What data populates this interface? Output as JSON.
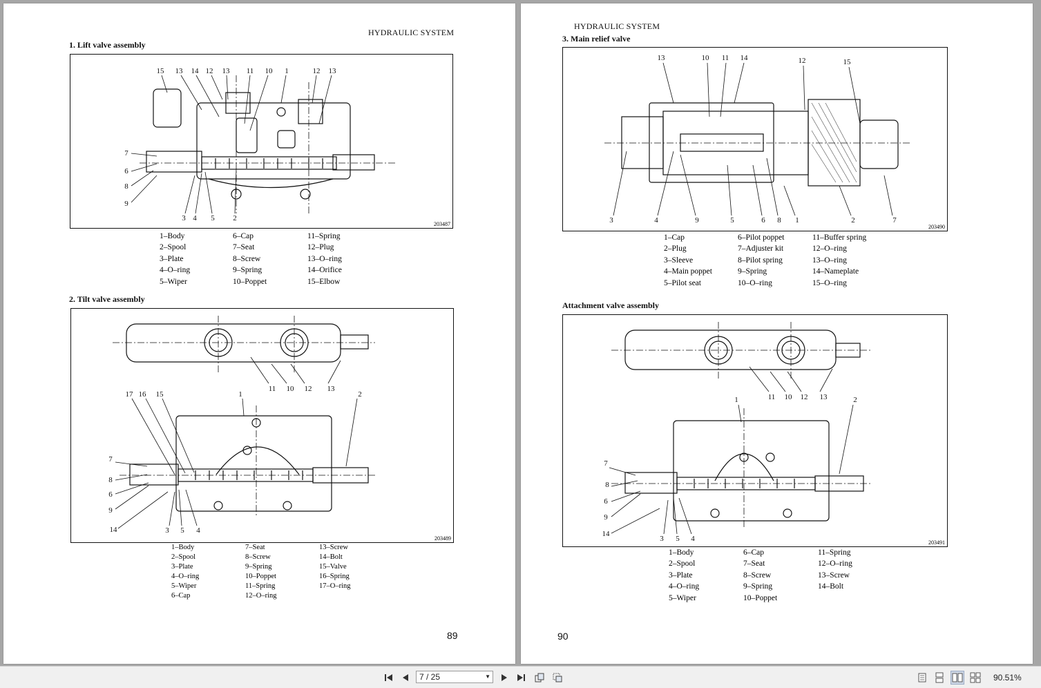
{
  "left_page": {
    "header": "HYDRAULIC SYSTEM",
    "page_number": "89",
    "section1": {
      "title": "1. Lift valve assembly",
      "figure_id": "203487",
      "callouts": [
        "15",
        "13",
        "14",
        "12",
        "13",
        "11",
        "10",
        "1",
        "12",
        "13",
        "7",
        "6",
        "8",
        "9",
        "3",
        "4",
        "5",
        "2"
      ],
      "legend": [
        [
          "1–Body",
          "2–Spool",
          "3–Plate",
          "4–O–ring",
          "5–Wiper"
        ],
        [
          "6–Cap",
          "7–Seat",
          "8–Screw",
          "9–Spring",
          "10–Poppet"
        ],
        [
          "11–Spring",
          "12–Plug",
          "13–O–ring",
          "14–Orifice",
          "15–Elbow"
        ]
      ]
    },
    "section2": {
      "title": "2. Tilt valve assembly",
      "figure_id": "203489",
      "callouts": [
        "11",
        "10",
        "12",
        "13",
        "17",
        "16",
        "15",
        "1",
        "2",
        "7",
        "8",
        "6",
        "9",
        "14",
        "3",
        "5",
        "4"
      ],
      "legend": [
        [
          "1–Body",
          "2–Spool",
          "3–Plate",
          "4–O–ring",
          "5–Wiper",
          "6–Cap"
        ],
        [
          "7–Seat",
          "8–Screw",
          "9–Spring",
          "10–Poppet",
          "11–Spring",
          "12–O–ring"
        ],
        [
          "13–Screw",
          "14–Bolt",
          "15–Valve",
          "16–Spring",
          "17–O–ring"
        ]
      ]
    }
  },
  "right_page": {
    "header": "HYDRAULIC SYSTEM",
    "page_number": "90",
    "section3": {
      "title": "3. Main relief valve",
      "figure_id": "203490",
      "callouts": [
        "13",
        "10",
        "11",
        "14",
        "12",
        "15",
        "3",
        "4",
        "9",
        "5",
        "6",
        "8",
        "1",
        "2",
        "7"
      ],
      "legend": [
        [
          "1–Cap",
          "2–Plug",
          "3–Sleeve",
          "4–Main poppet",
          "5–Pilot seat"
        ],
        [
          "6–Pilot poppet",
          "7–Adjuster kit",
          "8–Pilot spring",
          "9–Spring",
          "10–O–ring"
        ],
        [
          "11–Buffer spring",
          "12–O–ring",
          "13–O–ring",
          "14–Nameplate",
          "15–O–ring"
        ]
      ]
    },
    "section4": {
      "title": "Attachment valve assembly",
      "figure_id": "203491",
      "callouts": [
        "11",
        "10",
        "12",
        "13",
        "1",
        "2",
        "7",
        "8",
        "6",
        "9",
        "14",
        "3",
        "5",
        "4"
      ],
      "legend": [
        [
          "1–Body",
          "2–Spool",
          "3–Plate",
          "4–O–ring",
          "5–Wiper"
        ],
        [
          "6–Cap",
          "7–Seat",
          "8–Screw",
          "9–Spring",
          "10–Poppet"
        ],
        [
          "11–Spring",
          "12–O–ring",
          "13–Screw",
          "14–Bolt"
        ]
      ]
    }
  },
  "toolbar": {
    "page_indicator": "7 / 25",
    "zoom": "90.51%",
    "icons": [
      "first-page-icon",
      "prev-page-icon",
      "next-page-icon",
      "last-page-icon",
      "rotate-icon",
      "fit-icon",
      "single-page-icon",
      "continuous-icon",
      "two-page-icon",
      "two-page-continuous-icon"
    ]
  }
}
